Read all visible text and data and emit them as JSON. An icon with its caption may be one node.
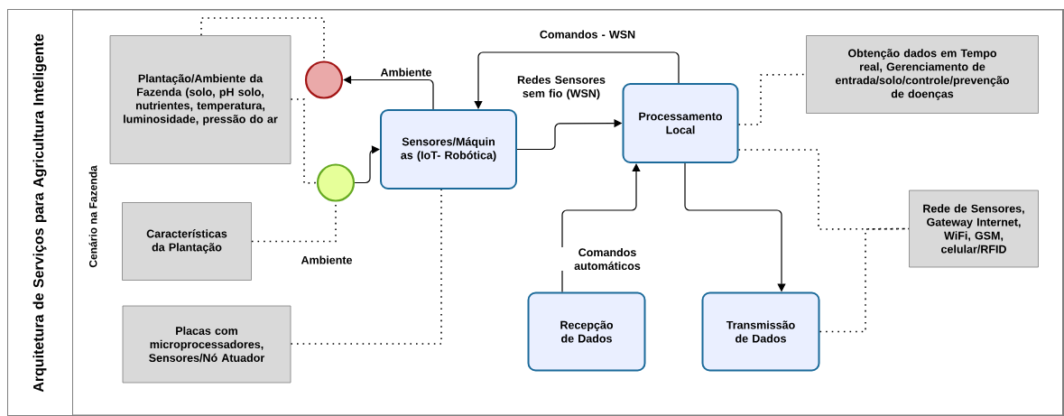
{
  "diagram": {
    "nodes": [
      {
        "text": [
          "Arquitetura de Serviços para Agricultura Inteligente"
        ]
      },
      {
        "text": [
          "Cenário na Fazenda"
        ],
        "in": 0
      },
      {
        "text": [
          "Plantação/Ambiente da Fazenda (solo, pH solo, nutrientes, temperatura, luminosidade, pressão do ar"
        ],
        "in": 1
      },
      {
        "text": [],
        "shape": "circle",
        "in": 1
      },
      {
        "text": [],
        "shape": "circle",
        "in": 1
      },
      {
        "text": [
          "Características da Plantação"
        ],
        "in": 1
      },
      {
        "text": [
          "Placas com microprocessadores, Sensores/Nó Atuador"
        ],
        "in": 1
      },
      {
        "text": [
          "Sensores/Máquin as (IoT- Robótica)"
        ],
        "in": 1
      },
      {
        "text": [
          "Processamento Local"
        ],
        "in": 1
      },
      {
        "text": [
          "Obtenção dados em Tempo real, Gerenciamento de entrada/solo/controle/prevenção de doenças"
        ],
        "in": 1
      },
      {
        "text": [
          "Rede de Sensores, Gateway Internet, WiFi, GSM, celular/RFID"
        ],
        "in": 1
      },
      {
        "text": [
          "Recepção de Dados"
        ],
        "in": 1
      },
      {
        "text": [
          "Transmissão de Dados"
        ],
        "in": 1
      }
    ],
    "edges": [
      {
        "from": 7,
        "to": 3,
        "arrow": "to",
        "label": "Ambiente"
      },
      {
        "from": 4,
        "to": 7,
        "arrow": "to"
      },
      {
        "from": 2,
        "to": 3,
        "arrow": "none",
        "style": "dashed"
      },
      {
        "from": 2,
        "to": 4,
        "arrow": "none",
        "style": "dashed"
      },
      {
        "from": 5,
        "to": 4,
        "arrow": "none",
        "style": "dashed",
        "label": "Ambiente"
      },
      {
        "from": 6,
        "to": 7,
        "arrow": "none",
        "style": "dashed"
      },
      {
        "from": 7,
        "to": 8,
        "arrow": "to",
        "label": "Redes Sensores sem fio (WSN)"
      },
      {
        "from": 8,
        "to": 7,
        "arrow": "to",
        "label": "Comandos - WSN"
      },
      {
        "from": 11,
        "to": 8,
        "arrow": "to",
        "label": "Comandos automáticos"
      },
      {
        "from": 8,
        "to": 12,
        "arrow": "to"
      },
      {
        "from": 8,
        "to": 9,
        "arrow": "none",
        "style": "dashed"
      },
      {
        "from": 8,
        "to": 10,
        "arrow": "none",
        "style": "dashed"
      },
      {
        "from": 12,
        "to": 10,
        "arrow": "none",
        "style": "dashed"
      }
    ]
  }
}
